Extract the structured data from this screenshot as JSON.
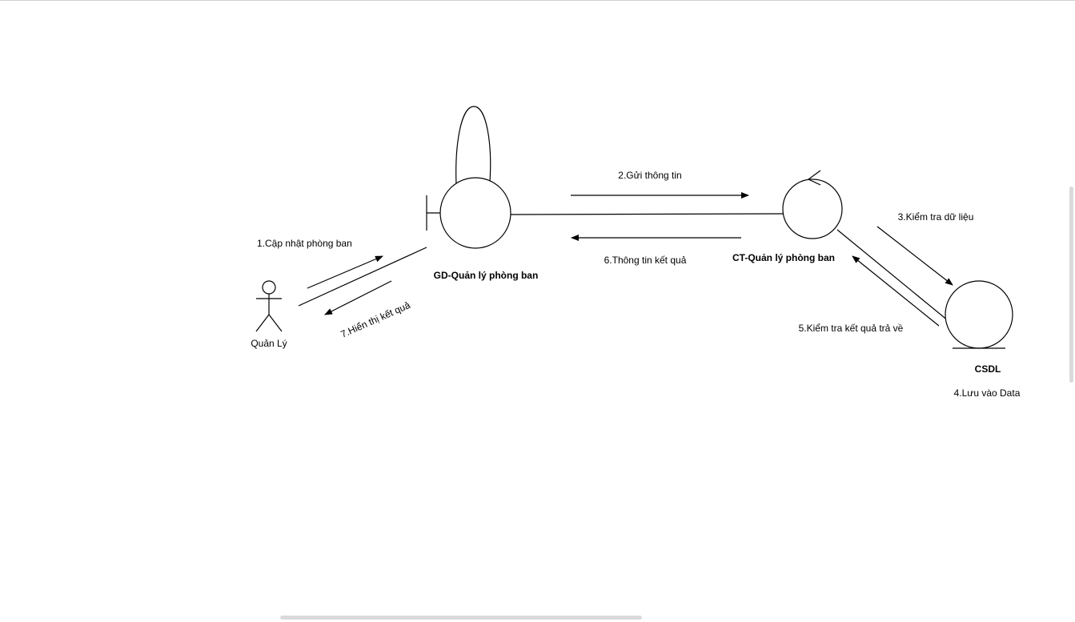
{
  "diagram": {
    "actor": {
      "label": "Quản Lý"
    },
    "boundary": {
      "label": "GD-Quản lý phòng ban"
    },
    "control": {
      "label": "CT-Quản lý phòng ban"
    },
    "entity": {
      "label": "CSDL"
    },
    "messages": {
      "m1": "1.Cập nhật phòng ban",
      "m2": "2.Gửi thông tin",
      "m3": "3.Kiểm tra dữ liệu",
      "m4": "4.Lưu vào Data",
      "m5": "5.Kiểm tra kết quả trả về",
      "m6": "6.Thông tin kết quả",
      "m7": "7.Hiển thị kết quả"
    }
  },
  "colors": {
    "stroke": "#000000",
    "background": "#ffffff",
    "scrollbar": "#dadada"
  }
}
